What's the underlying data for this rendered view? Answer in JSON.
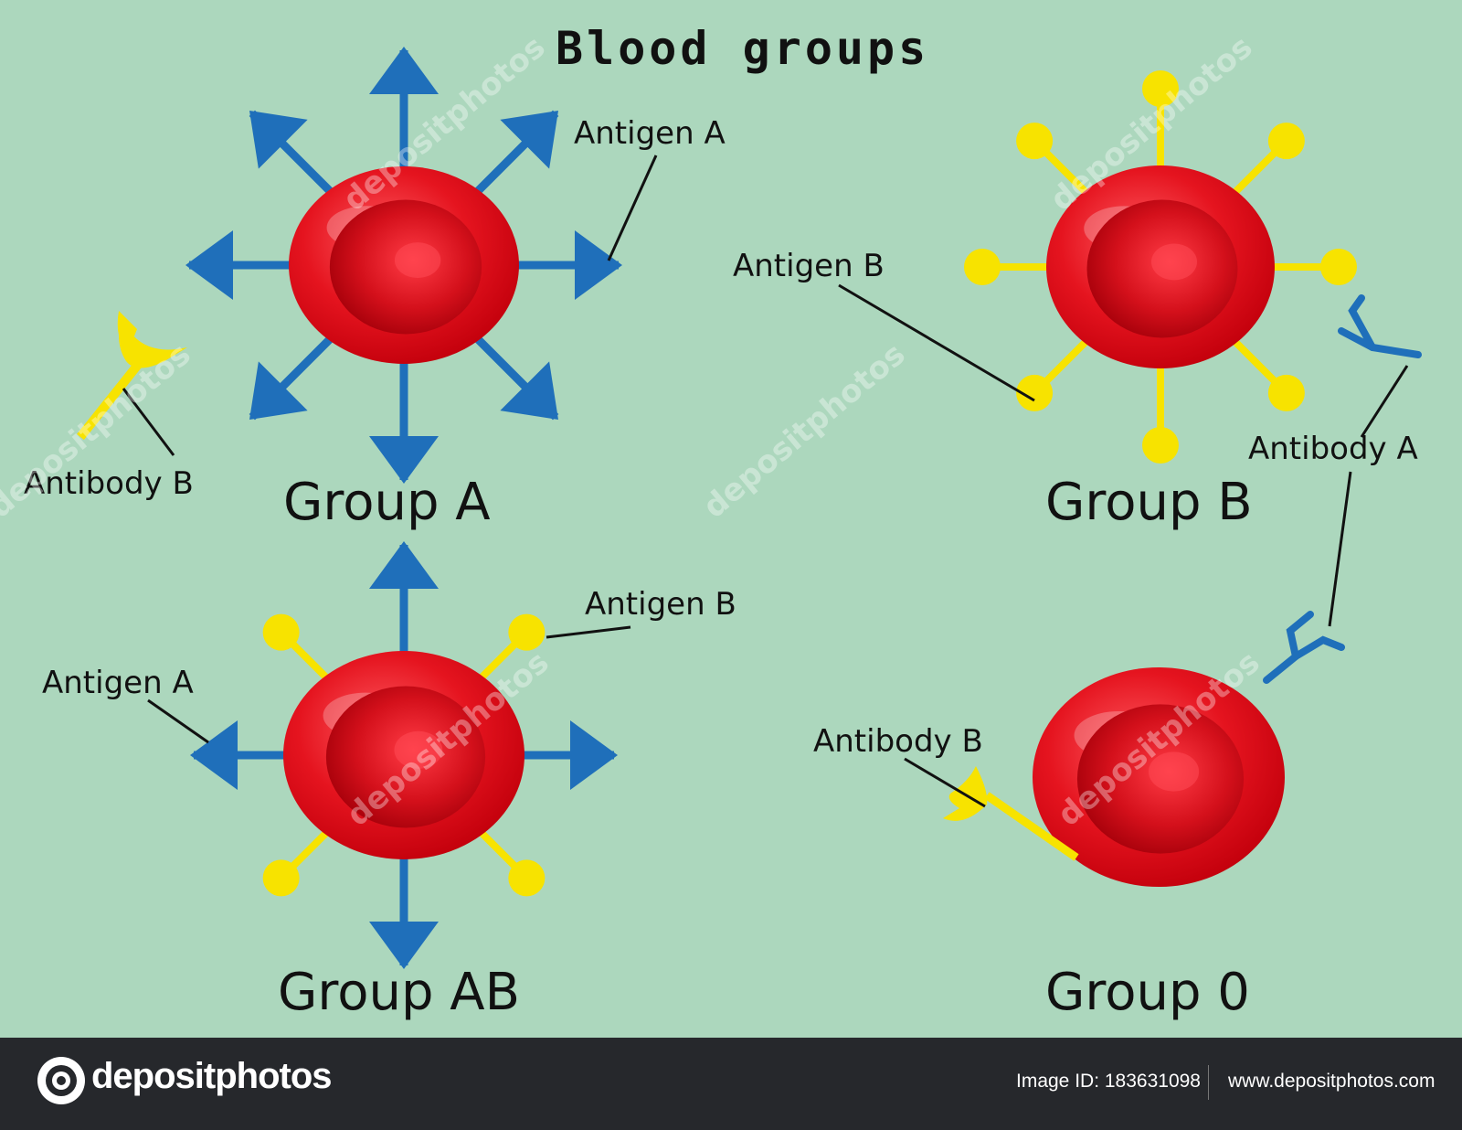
{
  "diagram": {
    "title": "Blood groups",
    "groups": [
      {
        "id": "group-a",
        "label": "Group A"
      },
      {
        "id": "group-b",
        "label": "Group B"
      },
      {
        "id": "group-ab",
        "label": "Group AB"
      },
      {
        "id": "group-0",
        "label": "Group 0"
      }
    ],
    "labels": {
      "a_antigen_a": "Antigen A",
      "a_antibody_b": "Antibody B",
      "b_antigen_b": "Antigen B",
      "b_antibody_a": "Antibody A",
      "ab_antigen_b": "Antigen B",
      "ab_antigen_a": "Antigen A",
      "o_antibody_b": "Antibody B"
    },
    "colors": {
      "background": "#acd7bd",
      "antigen_a": "#1f6fba",
      "antigen_b": "#f7e300",
      "cell": "#e5141f",
      "footer": "#26282c"
    },
    "icons": [
      "antigen-a-arrow-icon",
      "antigen-b-ball-icon",
      "antibody-b-icon",
      "antibody-a-icon",
      "red-blood-cell-icon",
      "camera-icon"
    ]
  },
  "watermark": {
    "text": "depositphotos"
  },
  "footer": {
    "brand": "depositphotos",
    "image_id": "Image ID: 183631098",
    "site": "www.depositphotos.com"
  }
}
